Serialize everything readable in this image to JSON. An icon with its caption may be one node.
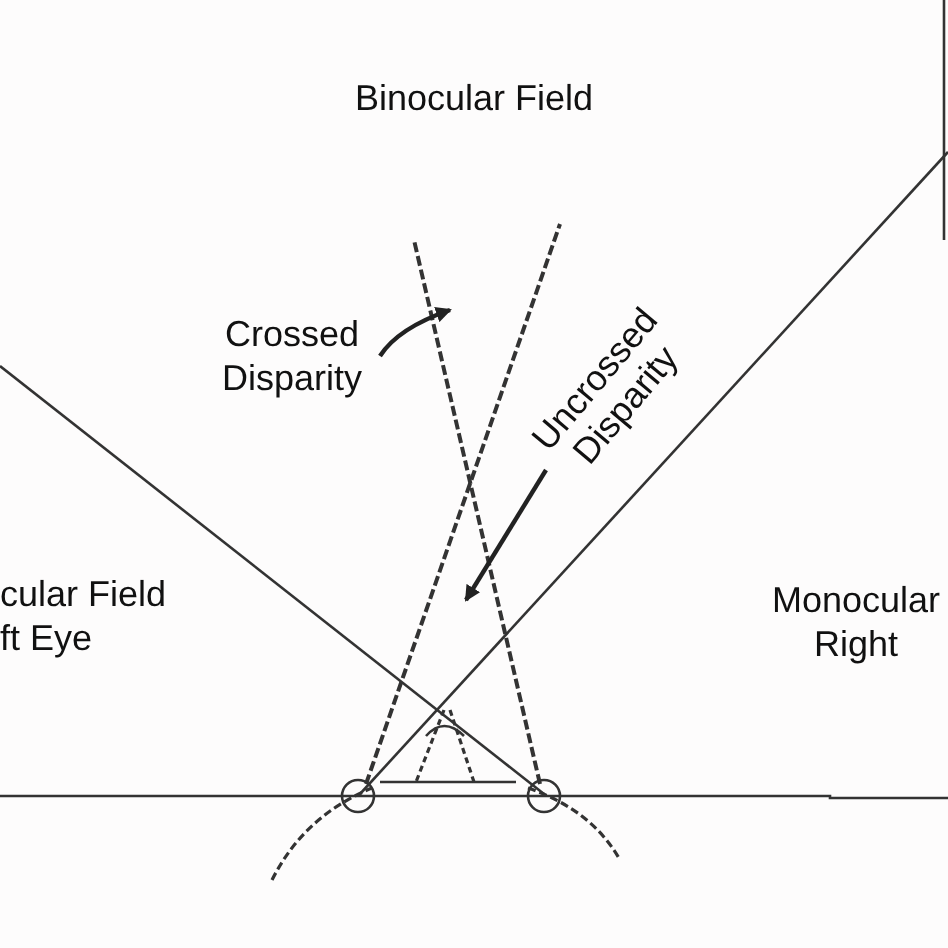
{
  "diagram": {
    "nodes": [
      {
        "text": [
          "Crossed Disparity"
        ]
      },
      {
        "text": [
          "Uncrossed Disparity"
        ]
      }
    ],
    "edges": [
      {
        "from": 0,
        "to": null,
        "arrow": "to"
      },
      {
        "from": 1,
        "to": null,
        "arrow": "to"
      }
    ],
    "labels": [
      "Binocular Field",
      "cular Field ft Eye",
      "Monocular Right"
    ]
  }
}
